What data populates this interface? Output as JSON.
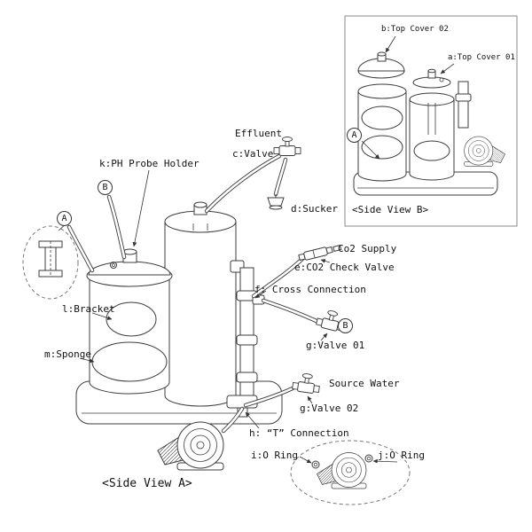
{
  "figure": {
    "background": "#ffffff",
    "line_color": "#3c3c3c",
    "text_color": "#111111"
  },
  "main_view": {
    "caption": "<Side View A>",
    "labels": {
      "effluent": "Effluent",
      "valve_c": "c:Valve",
      "ph_probe_holder": "k:PH Probe Holder",
      "sucker": "d:Sucker",
      "co2_supply": "Co2 Supply",
      "co2_check_valve": "e:CO2 Check Valve",
      "cross_connection": "f: Cross Connection",
      "bracket": "l:Bracket",
      "valve_01": "g:Valve 01",
      "sponge": "m:Sponge",
      "source_water": "Source Water",
      "valve_02": "g:Valve 02",
      "t_connection": "h: “T” Connection",
      "o_ring_i": "i:O Ring",
      "o_ring_j": "j:O Ring"
    },
    "callouts": {
      "a": "A",
      "b": "B"
    }
  },
  "inset_view": {
    "caption": "<Side View B>",
    "labels": {
      "top_cover_02": "b:Top Cover 02",
      "top_cover_01": "a:Top Cover 01"
    },
    "callouts": {
      "a": "A"
    }
  }
}
